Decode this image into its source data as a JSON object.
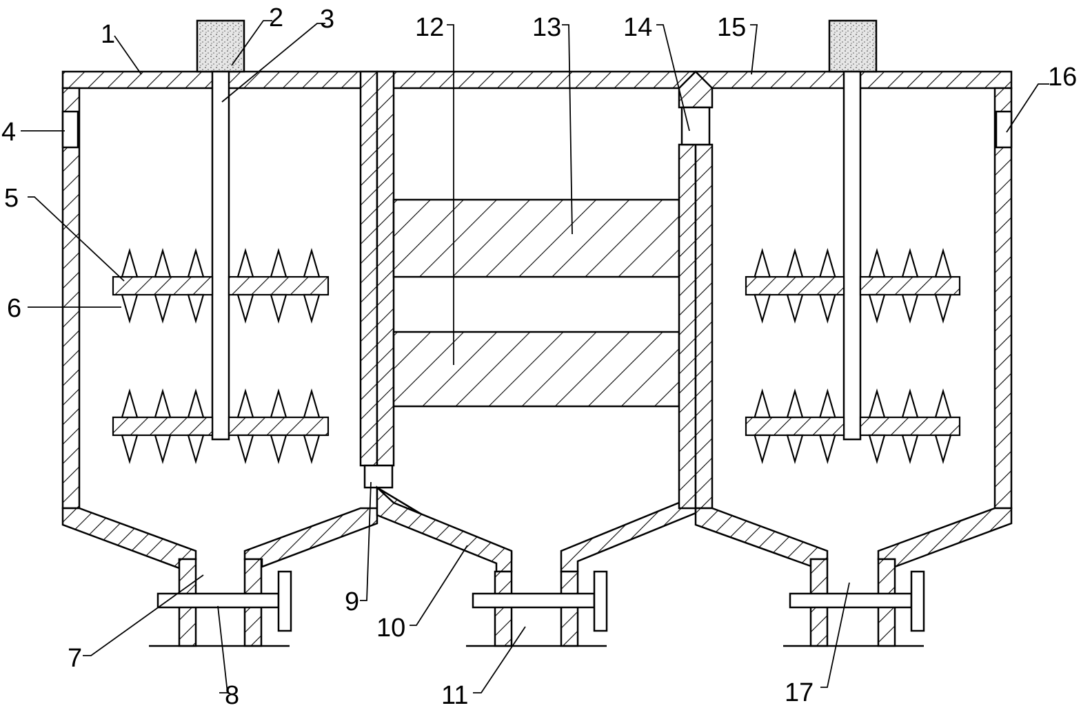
{
  "labels": [
    {
      "id": "1",
      "text": "1"
    },
    {
      "id": "2",
      "text": "2"
    },
    {
      "id": "3",
      "text": "3"
    },
    {
      "id": "4",
      "text": "4"
    },
    {
      "id": "5",
      "text": "5"
    },
    {
      "id": "6",
      "text": "6"
    },
    {
      "id": "7",
      "text": "7"
    },
    {
      "id": "8",
      "text": "8"
    },
    {
      "id": "9",
      "text": "9"
    },
    {
      "id": "10",
      "text": "10"
    },
    {
      "id": "11",
      "text": "11"
    },
    {
      "id": "12",
      "text": "12"
    },
    {
      "id": "13",
      "text": "13"
    },
    {
      "id": "14",
      "text": "14"
    },
    {
      "id": "15",
      "text": "15"
    },
    {
      "id": "16",
      "text": "16"
    },
    {
      "id": "17",
      "text": "17"
    }
  ],
  "colors": {
    "line": "#000000",
    "background": "#ffffff",
    "motor": "#d8d8d8"
  }
}
